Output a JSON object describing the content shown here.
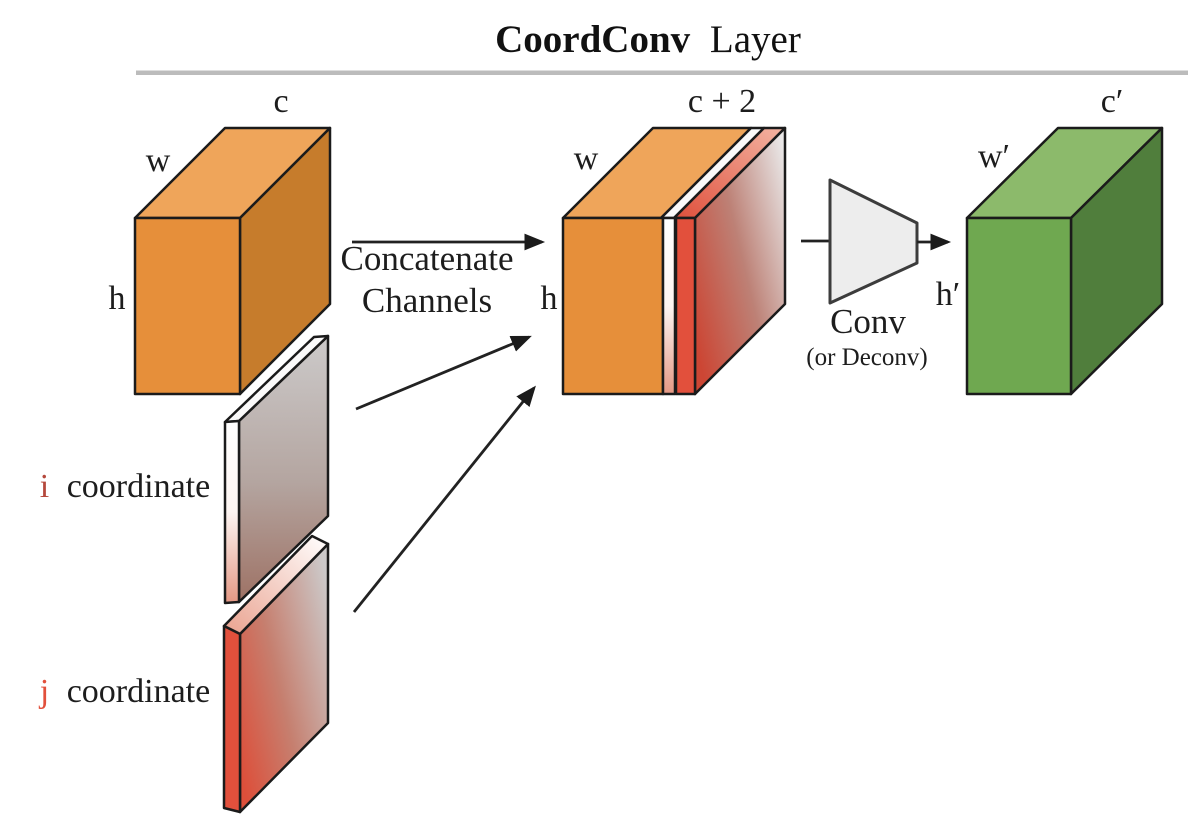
{
  "title": {
    "bold": "CoordConv",
    "rest": "Layer"
  },
  "input_tensor": {
    "channels_label": "c",
    "width_label": "w",
    "height_label": "h"
  },
  "i_slab": {
    "letter": "i",
    "word": "coordinate"
  },
  "j_slab": {
    "letter": "j",
    "word": "coordinate"
  },
  "concatenate": {
    "line1": "Concatenate",
    "line2": "Channels"
  },
  "concat_tensor": {
    "channels_label": "c + 2",
    "width_label": "w",
    "height_label": "h"
  },
  "conv": {
    "label": "Conv",
    "sublabel": "(or Deconv)"
  },
  "output_tensor": {
    "channels_label": "c′",
    "width_label": "w′",
    "height_label": "h′"
  },
  "colors": {
    "orange_front": "#e68f3a",
    "orange_top": "#efa55a",
    "orange_side": "#c67c2c",
    "coord_red": "#e2503c",
    "coord_gray": "#c9c7c7",
    "green_front": "#6fa850",
    "green_top": "#8cba6b",
    "green_side": "#507e3c",
    "conv_fill": "#ededed",
    "divider_gray": "#bcbcbc",
    "i_letter_red": "#b5483c",
    "j_letter_red": "#e2503c"
  }
}
